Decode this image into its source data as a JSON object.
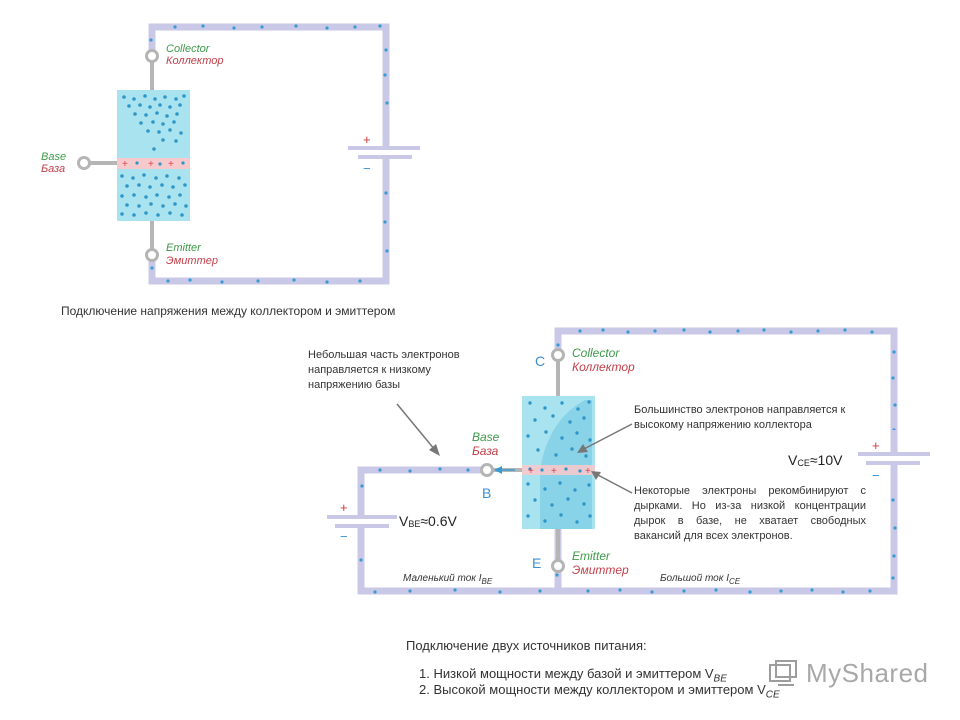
{
  "diagram1": {
    "collector_en": "Collector",
    "collector_ru": "Коллектор",
    "base_en": "Base",
    "base_ru": "База",
    "emitter_en": "Emitter",
    "emitter_ru": "Эмиттер",
    "battery_plus": "+",
    "battery_minus": "−",
    "caption": "Подключение напряжения между коллектором и эмиттером"
  },
  "diagram2": {
    "letter_c": "C",
    "letter_b": "B",
    "letter_e": "E",
    "collector_en": "Collector",
    "collector_ru": "Коллектор",
    "base_en": "Base",
    "base_ru": "База",
    "emitter_en": "Emitter",
    "emitter_ru": "Эмиттер",
    "note_small_fraction": "Небольшая часть электронов направляется к низкому напряжению базы",
    "note_majority": "Большинство электронов направляется к высокому напряжению коллектора",
    "note_recombine": "Некоторые электроны рекомбинируют с дырками. Но из-за низкой концентрации дырок в базе, не хватает свободных вакансий для всех электронов.",
    "vce_label": "V",
    "vce_sub": "CE",
    "vce_value": "≈10V",
    "vbe_label": "V",
    "vbe_sub": "BE",
    "vbe_value": "≈0.6V",
    "small_current_text": "Маленький ток I",
    "small_current_sub": "BE",
    "large_current_text": "Большой ток I",
    "large_current_sub": "CE",
    "plus": "+",
    "minus": "−"
  },
  "footer": {
    "heading": "Подключение двух источников питания:",
    "item1_text": "1. Низкой мощности между базой и эмиттером V",
    "item1_sub": "BE",
    "item2_text": "2. Высокой мощности между коллектором и эмиттером V",
    "item2_sub": "CE"
  },
  "watermark": {
    "text": "MyShared"
  },
  "colors": {
    "wire": "#c9c8e6",
    "wire_dot": "#3a9ad4",
    "region": "#a9e3ef",
    "base_layer": "#f6c9cc",
    "electron": "#2f97c8",
    "hole": "#d8434f",
    "terminal": "#b5b5b5",
    "plus": "#d33a3a",
    "minus": "#3a8fd4"
  }
}
